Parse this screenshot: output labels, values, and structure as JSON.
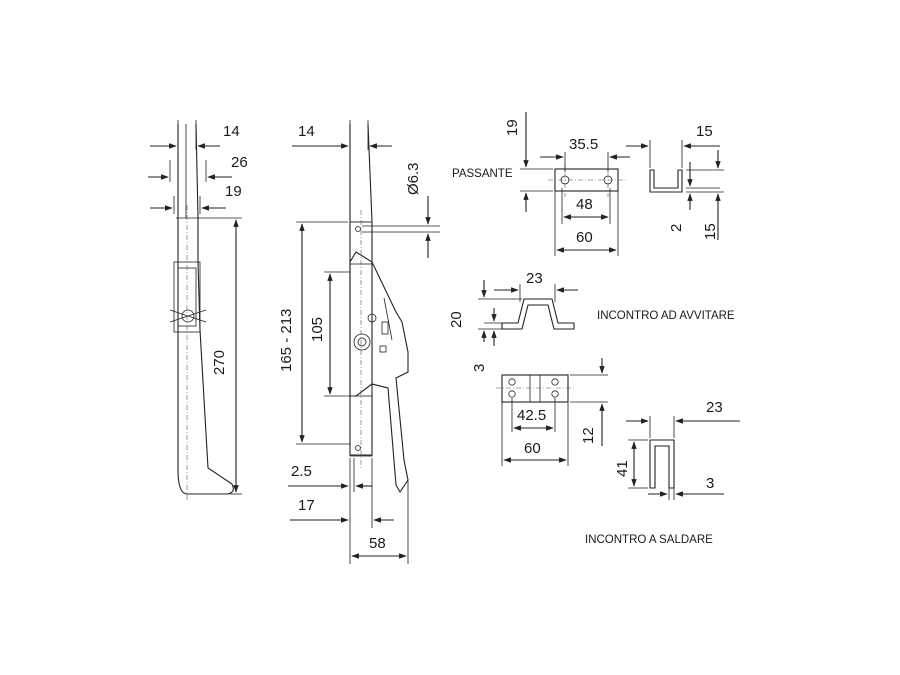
{
  "side_view": {
    "width_top": "14",
    "width_mid": "26",
    "width_low": "19",
    "height_total": "270"
  },
  "front_view": {
    "top_width": "14",
    "hole_dia": "Ø6.3",
    "range": "165 - 213",
    "mid_height": "105",
    "thickness": "2.5",
    "offset": "17",
    "total_width": "58"
  },
  "passante": {
    "label": "PASSANTE",
    "height": "19",
    "hole_spacing": "35.5",
    "inner_width": "48",
    "total_width": "60",
    "side_width": "15",
    "side_thickness": "2",
    "side_height": "15"
  },
  "incontro_avvitare": {
    "label": "INCONTRO AD AVVITARE",
    "top_width": "23",
    "height": "20",
    "thickness": "3",
    "hole_spacing": "42.5",
    "total_width": "60",
    "plate_height": "12"
  },
  "incontro_saldare": {
    "label": "INCONTRO A SALDARE",
    "width": "23",
    "height": "41",
    "thickness": "3"
  }
}
